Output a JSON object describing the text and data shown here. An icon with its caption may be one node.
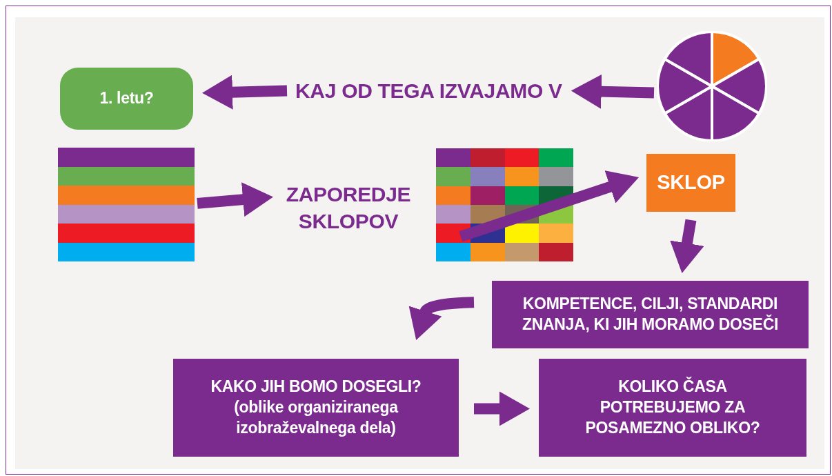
{
  "diagram": {
    "nodes": [
      {
        "text": [],
        "shape": "circle"
      },
      {
        "text": [
          "KAJ OD TEGA IZVAJAMO V"
        ]
      },
      {
        "text": [
          "1. letu?"
        ]
      },
      {
        "text": [],
        "shape": "box"
      },
      {
        "text": [
          "ZAPOREDJE SKLOPOV"
        ]
      },
      {
        "text": [],
        "shape": "box"
      },
      {
        "text": [
          "SKLOP"
        ]
      },
      {
        "text": [
          "KOMPETENCE, CILJI, STANDARDI ZNANJA, KI JIH MORAMO DOSEČI"
        ]
      },
      {
        "text": [
          "KAKO JIH BOMO DOSEGLI?",
          "(oblike organiziranega izobraževalnega dela)"
        ]
      },
      {
        "text": [
          "KOLIKO ČASA POTREBUJEMO ZA POSAMEZNO OBLIKO?"
        ]
      }
    ],
    "edges": [
      {
        "from": 0,
        "to": 1,
        "arrow": "to"
      },
      {
        "from": 1,
        "to": 2,
        "arrow": "to"
      },
      {
        "from": 3,
        "to": 4,
        "arrow": "to"
      },
      {
        "from": 5,
        "to": 6,
        "arrow": "to"
      },
      {
        "from": 6,
        "to": 7,
        "arrow": "to"
      },
      {
        "from": 7,
        "to": 8,
        "arrow": "to"
      },
      {
        "from": 8,
        "to": 9,
        "arrow": "to"
      }
    ]
  }
}
